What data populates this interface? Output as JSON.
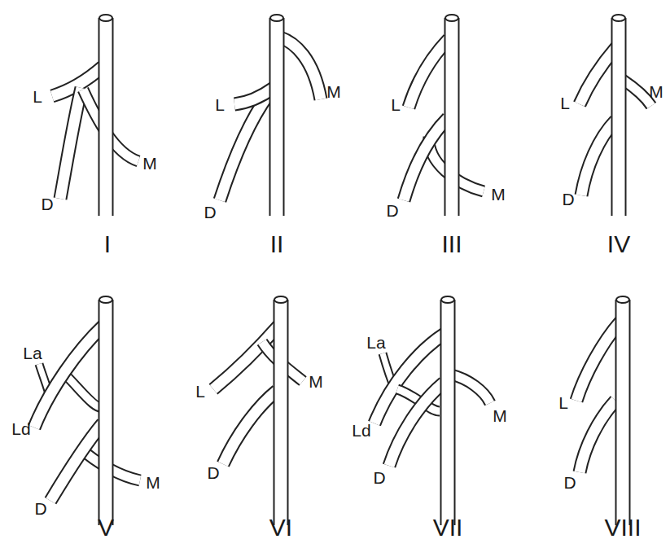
{
  "diagram": {
    "labels": [
      "L",
      "M",
      "D",
      "I",
      "M",
      "L",
      "D",
      "II",
      "L",
      "D",
      "M",
      "III",
      "L",
      "M",
      "D",
      "IV",
      "La",
      "Ld",
      "M",
      "D",
      "V",
      "L",
      "M",
      "D",
      "VI",
      "La",
      "Ld",
      "M",
      "D",
      "VII",
      "L",
      "D",
      "VIII"
    ]
  }
}
